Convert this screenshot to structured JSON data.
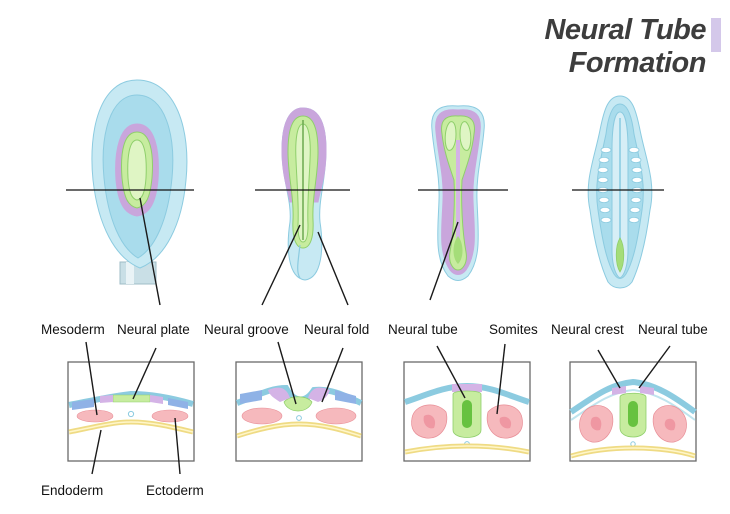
{
  "title": "Neural Tube Formation",
  "colors": {
    "title_text": "#3d3d3d",
    "title_accent": "#d4c8ea",
    "embryo_outer": "#c7e9f3",
    "embryo_inner": "#a9dcec",
    "embryo_stroke": "#8ccbe0",
    "neural_plate": "#c7ec9f",
    "neural_plate_stroke": "#8fcf6b",
    "mesoderm": "#f6b9bd",
    "mesoderm_stroke": "#e88e97",
    "purple": "#c9a6dc",
    "endoderm": "#f1e08c",
    "pointer": "#1a1a1a"
  },
  "labels": {
    "mesoderm": "Mesoderm",
    "neural_plate": "Neural plate",
    "neural_groove": "Neural groove",
    "neural_fold": "Neural fold",
    "neural_tube_1": "Neural tube",
    "somites": "Somites",
    "neural_crest": "Neural crest",
    "neural_tube_2": "Neural tube",
    "endoderm": "Endoderm",
    "ectoderm": "Ectoderm"
  }
}
